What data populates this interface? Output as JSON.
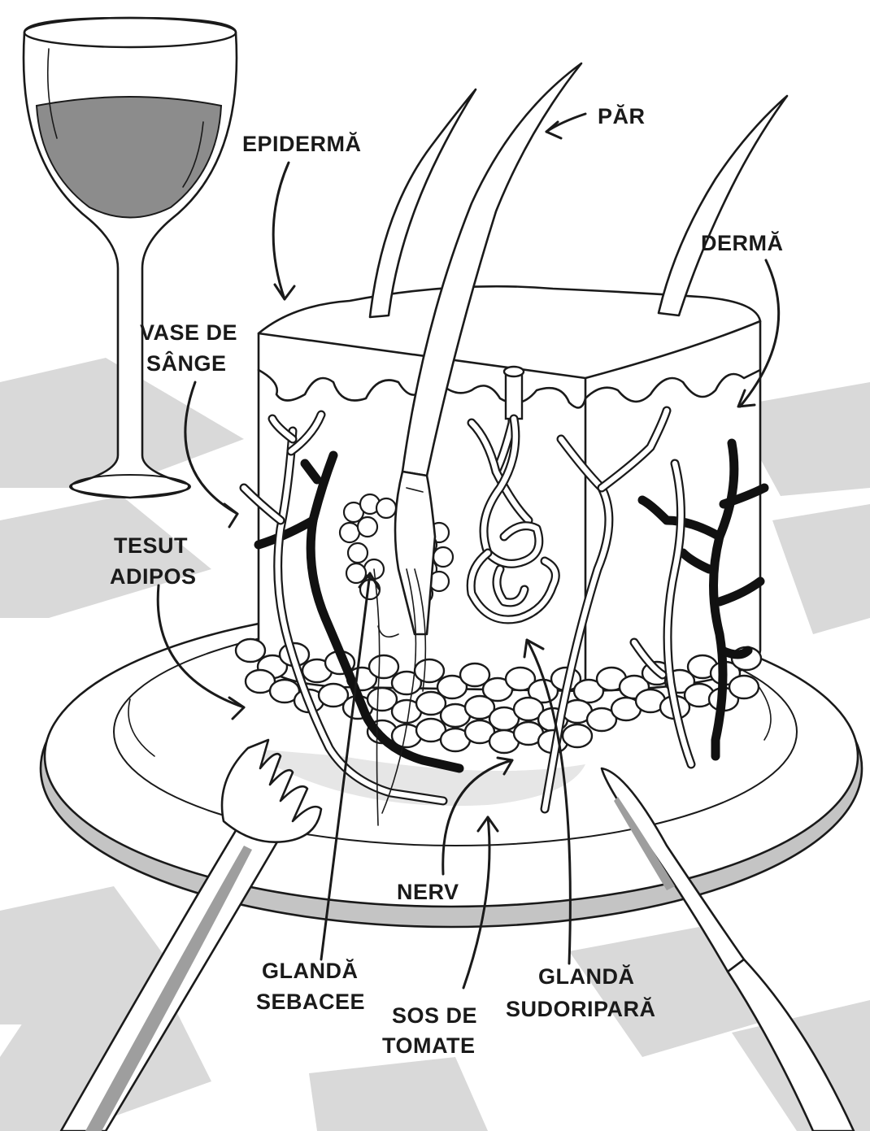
{
  "labels": {
    "epidermis": "EPIDERMĂ",
    "hair": "PĂR",
    "dermis": "DERMĂ",
    "blood_vessels_line1": "VASE DE",
    "blood_vessels_line2": "SÂNGE",
    "fat_line1": "TESUT",
    "fat_line2": "ADIPOS",
    "nerve": "NERV",
    "sebaceous_line1": "GLANDĂ",
    "sebaceous_line2": "SEBACEE",
    "sauce_line1": "SOS DE",
    "sauce_line2": "TOMATE",
    "sweat_line1": "GLANDĂ",
    "sweat_line2": "SUDORIPARĂ"
  },
  "colors": {
    "ink": "#1a1a1a",
    "wine": "#8c8c8c",
    "checker": "#d9d9d9",
    "plate_rim": "#bdbdbd"
  }
}
